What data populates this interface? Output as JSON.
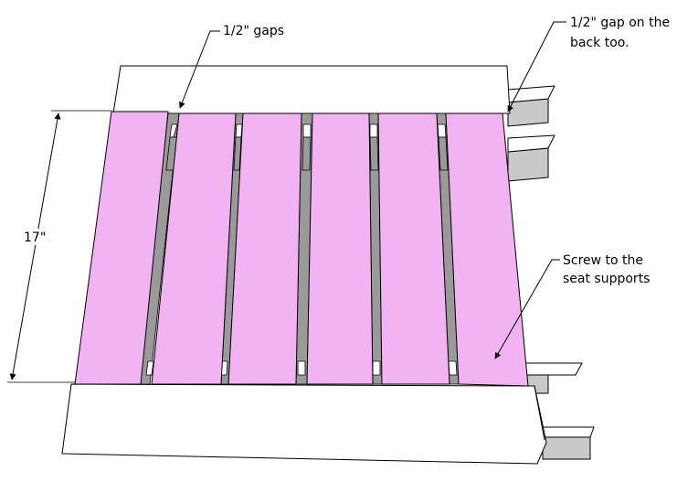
{
  "colors": {
    "slat": "#f2b3f2",
    "board": "#ffffff",
    "support_side": "#c9c9c9",
    "gap_shadow": "#9a9a9a",
    "line": "#000000"
  },
  "annotations": {
    "gaps_label": "1/2\" gaps",
    "back_gap_line1": "1/2\" gap on the",
    "back_gap_line2": "back too.",
    "screw_line1": "Screw to the",
    "screw_line2": "seat supports",
    "dimension": "17\""
  }
}
